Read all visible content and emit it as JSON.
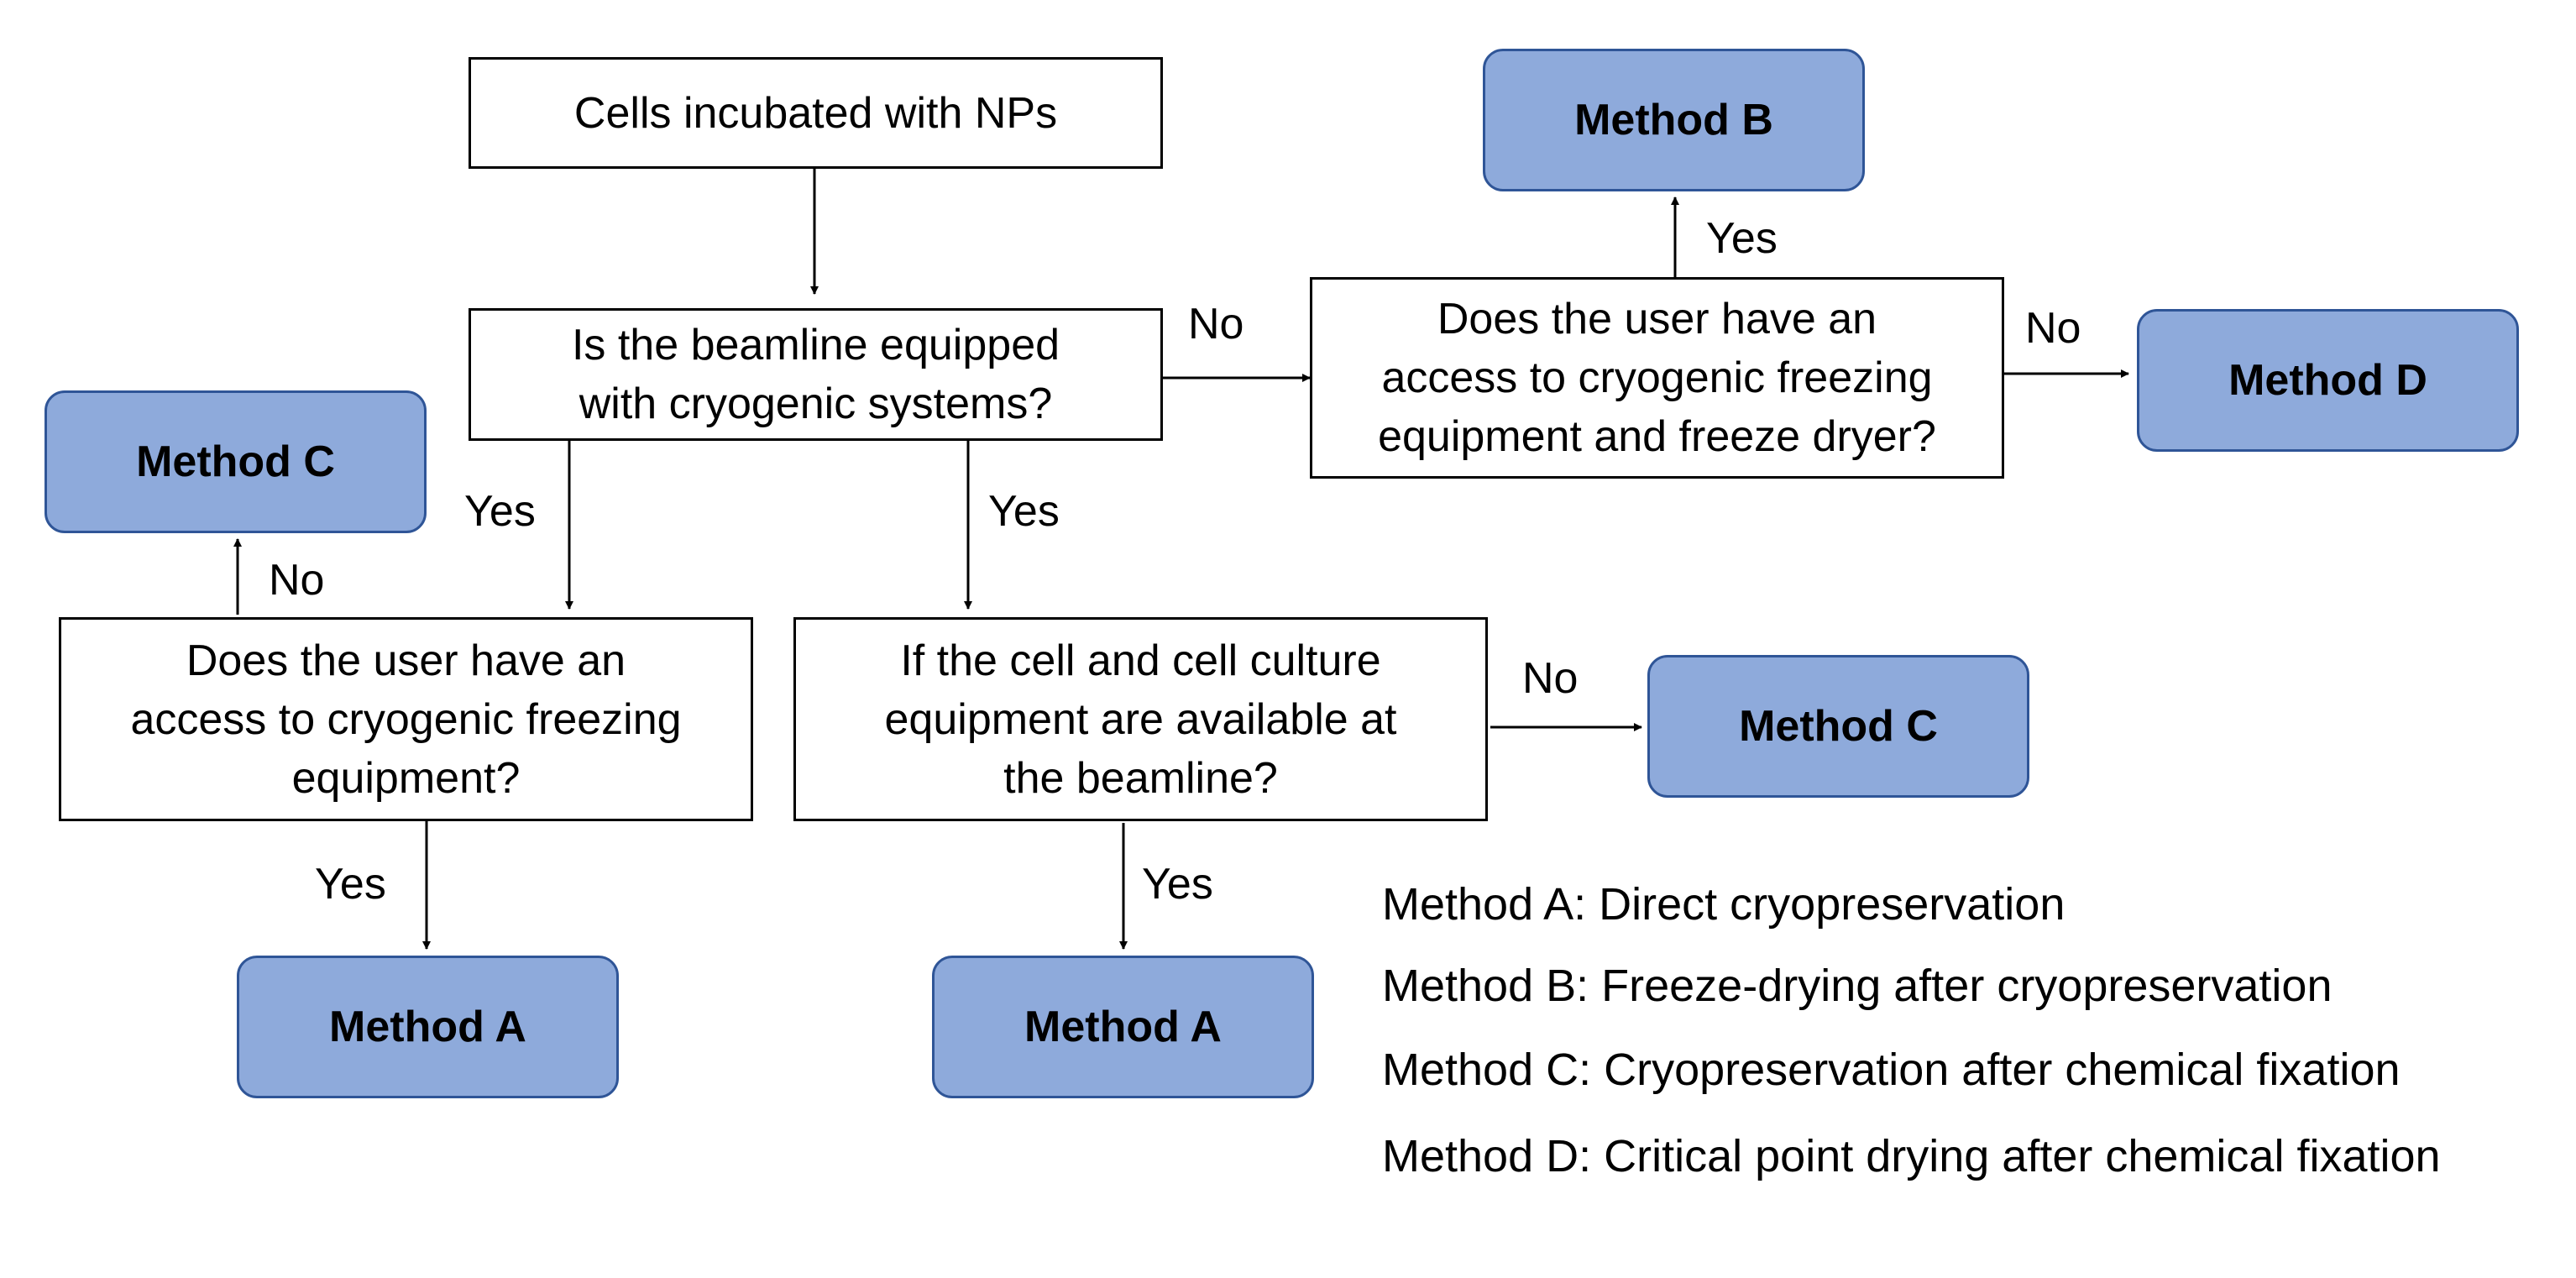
{
  "nodes": {
    "start": "Cells incubated with NPs",
    "q_beamline": "Is the beamline equipped\nwith cryogenic systems?",
    "q_cryo_freeze_dry": "Does the user have an\naccess to cryogenic freezing\nequipment and freeze dryer?",
    "q_cryo_freeze": "Does the user have an\naccess to cryogenic freezing\nequipment?",
    "q_cell_culture": "If the cell and cell culture\nequipment are available at\nthe beamline?"
  },
  "methods": {
    "b_top": "Method B",
    "d_right": "Method D",
    "c_left": "Method C",
    "c_mid": "Method C",
    "a_left": "Method A",
    "a_mid": "Method A"
  },
  "edges": {
    "beamline_no": "No",
    "freeze_dry_yes": "Yes",
    "freeze_dry_no": "No",
    "beamline_yes_left": "Yes",
    "beamline_yes_mid": "Yes",
    "freeze_no": "No",
    "freeze_yes": "Yes",
    "culture_no": "No",
    "culture_yes": "Yes"
  },
  "legend": [
    "Method A: Direct cryopreservation",
    "Method B: Freeze-drying after cryopreservation",
    "Method C: Cryopreservation after chemical fixation",
    "Method D: Critical point drying after chemical fixation"
  ],
  "colors": {
    "method_fill": "#8eaadb",
    "method_border": "#2f5597",
    "box_border": "#000000"
  }
}
